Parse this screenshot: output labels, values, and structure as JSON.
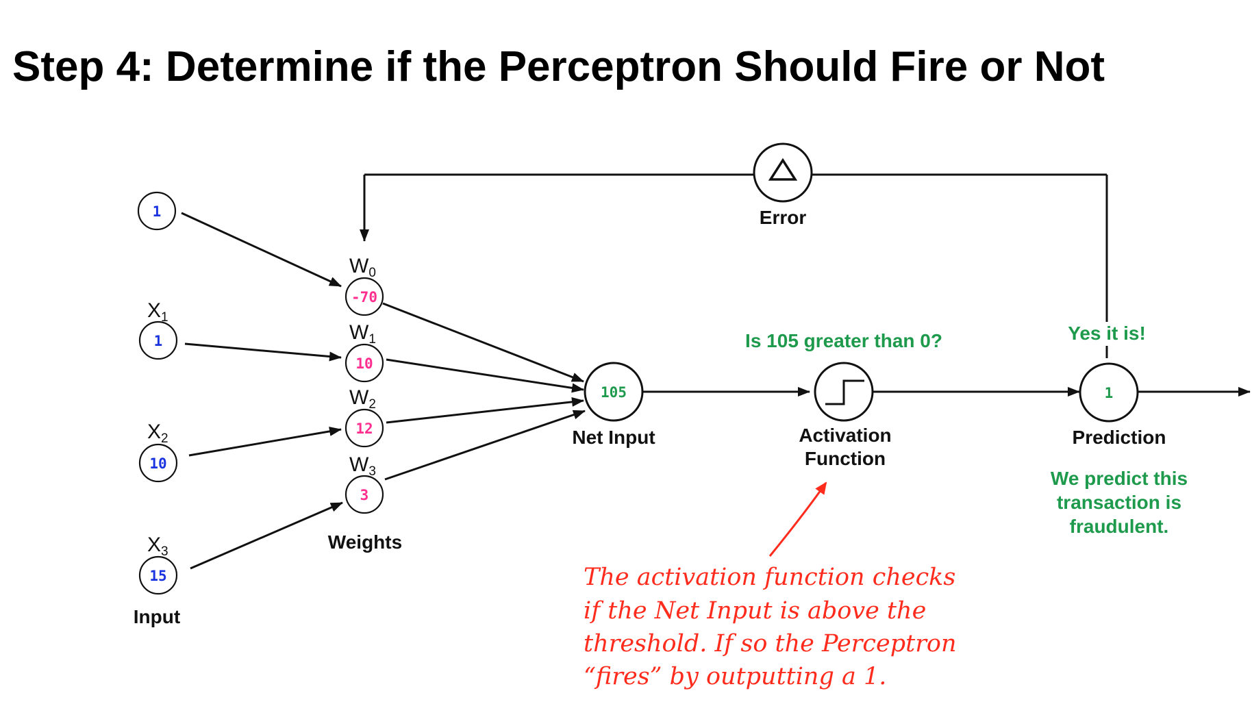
{
  "title": "Step 4: Determine if the Perceptron Should Fire or Not",
  "colors": {
    "input_value": "#1a35e0",
    "weight_value": "#ff2e8f",
    "highlight_green": "#1e9a4c",
    "note_red": "#ff2b1c"
  },
  "inputs": [
    {
      "var": "",
      "sub": "",
      "value": "1"
    },
    {
      "var": "X",
      "sub": "1",
      "value": "1"
    },
    {
      "var": "X",
      "sub": "2",
      "value": "10"
    },
    {
      "var": "X",
      "sub": "3",
      "value": "15"
    }
  ],
  "inputs_label": "Input",
  "weights": [
    {
      "var": "W",
      "sub": "0",
      "value": "-70"
    },
    {
      "var": "W",
      "sub": "1",
      "value": "10"
    },
    {
      "var": "W",
      "sub": "2",
      "value": "12"
    },
    {
      "var": "W",
      "sub": "3",
      "value": "3"
    }
  ],
  "weights_label": "Weights",
  "net_input": {
    "value": "105",
    "label": "Net Input"
  },
  "activation": {
    "label_line1": "Activation",
    "label_line2": "Function",
    "icon": "step-function-icon",
    "question": "Is 105 greater than 0?"
  },
  "prediction": {
    "value": "1",
    "label": "Prediction",
    "answer": "Yes it is!",
    "conclusion": [
      "We predict this",
      "transaction is",
      "fraudulent."
    ]
  },
  "error": {
    "label": "Error",
    "icon": "delta-triangle-icon"
  },
  "note": [
    "The activation function checks",
    "if the Net Input is above the",
    "threshold. If so the Perceptron",
    "“fires” by outputting a 1."
  ]
}
